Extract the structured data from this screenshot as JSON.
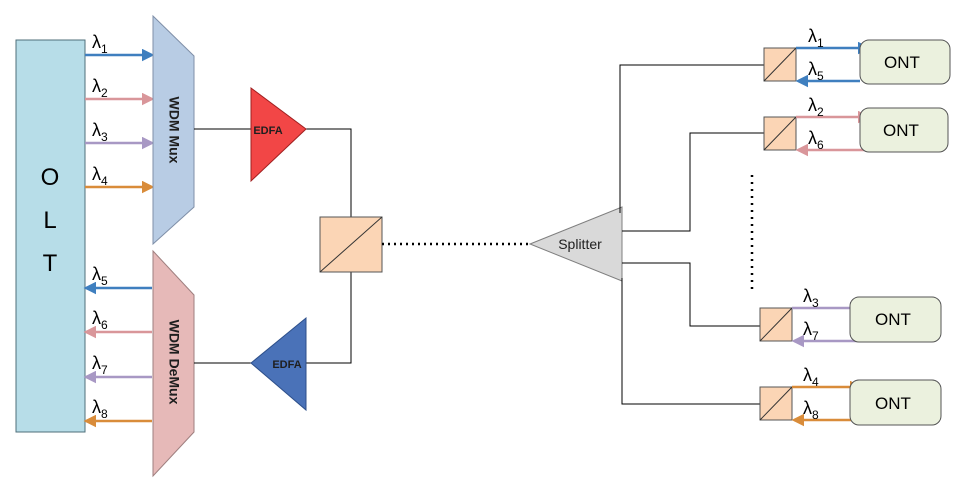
{
  "olt": {
    "label": "O\nL\nT",
    "letters": [
      "O",
      "L",
      "T"
    ]
  },
  "mux": {
    "label": "WDM Mux"
  },
  "demux": {
    "label": "WDM DeMux"
  },
  "edfa_tx": {
    "label": "EDFA"
  },
  "edfa_rx": {
    "label": "EDFA"
  },
  "splitter": {
    "label": "Splitter"
  },
  "olt_tx_wavelengths": [
    {
      "symbol": "λ",
      "sub": "1",
      "color": "#3f7fbf"
    },
    {
      "symbol": "λ",
      "sub": "2",
      "color": "#d9969a"
    },
    {
      "symbol": "λ",
      "sub": "3",
      "color": "#a898c4"
    },
    {
      "symbol": "λ",
      "sub": "4",
      "color": "#d98c3a"
    }
  ],
  "olt_rx_wavelengths": [
    {
      "symbol": "λ",
      "sub": "5",
      "color": "#3f7fbf"
    },
    {
      "symbol": "λ",
      "sub": "6",
      "color": "#d9969a"
    },
    {
      "symbol": "λ",
      "sub": "7",
      "color": "#a898c4"
    },
    {
      "symbol": "λ",
      "sub": "8",
      "color": "#d98c3a"
    }
  ],
  "onts": [
    {
      "label": "ONT",
      "down": {
        "symbol": "λ",
        "sub": "1"
      },
      "up": {
        "symbol": "λ",
        "sub": "5"
      },
      "color": "#3f7fbf"
    },
    {
      "label": "ONT",
      "down": {
        "symbol": "λ",
        "sub": "2"
      },
      "up": {
        "symbol": "λ",
        "sub": "6"
      },
      "color": "#d9969a"
    },
    {
      "label": "ONT",
      "down": {
        "symbol": "λ",
        "sub": "3"
      },
      "up": {
        "symbol": "λ",
        "sub": "7"
      },
      "color": "#a898c4"
    },
    {
      "label": "ONT",
      "down": {
        "symbol": "λ",
        "sub": "4"
      },
      "up": {
        "symbol": "λ",
        "sub": "8"
      },
      "color": "#d98c3a"
    }
  ],
  "colors": {
    "olt_fill": "#b7dde8",
    "mux_fill": "#b8cce4",
    "demux_fill": "#e6b9b8",
    "edfa_tx_fill": "#f24646",
    "edfa_rx_fill": "#4a72b8",
    "coupler_fill": "#fbd5b5",
    "splitter_fill": "#d9d9d9",
    "ont_fill": "#ebf1de"
  }
}
